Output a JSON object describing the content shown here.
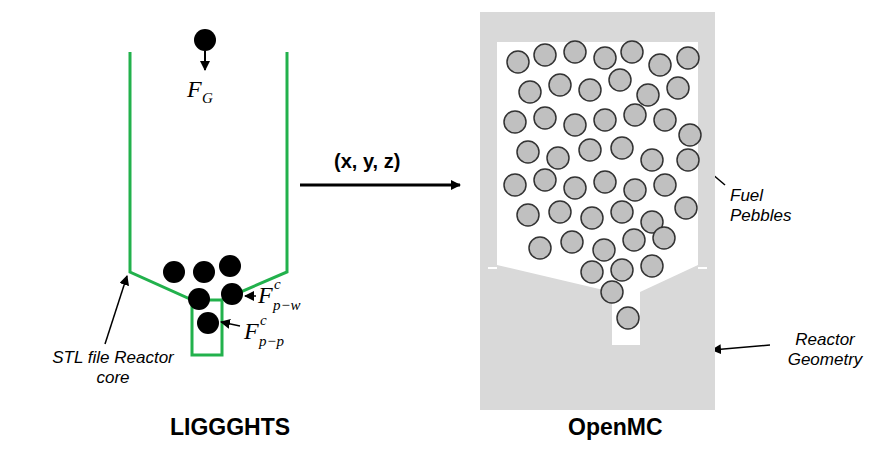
{
  "diagram": {
    "labels": [
      "F",
      "G",
      "(x, y, z)",
      "F",
      "c",
      "p−w",
      "F",
      "c",
      "p−p",
      "STL file Reactor core",
      "LIGGGHTS",
      "Fuel Pebbles",
      "Reactor Geometry",
      "OpenMC"
    ]
  }
}
